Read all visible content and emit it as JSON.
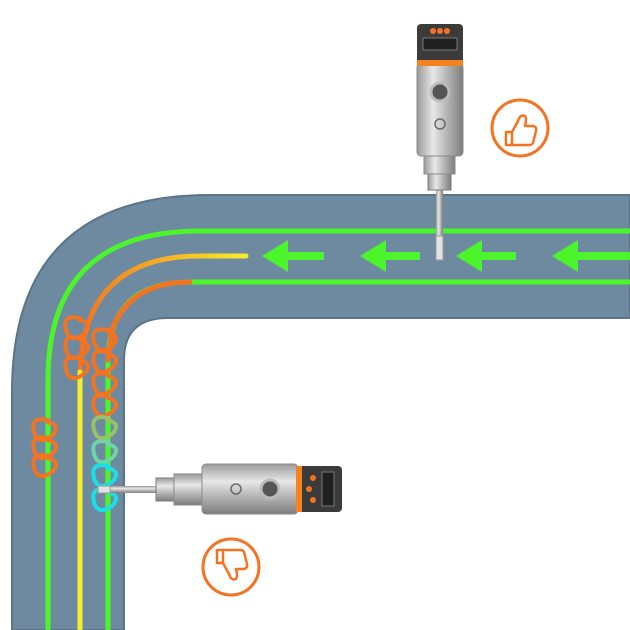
{
  "colors": {
    "background": "#ffffff",
    "pipe_fill": "#6e8aa0",
    "pipe_edge": "#5b7488",
    "flow_green": "#4cf52b",
    "flow_orange": "#f37321",
    "flow_yellow": "#f6ee2a",
    "turbulence_cyan": "#19e0e6",
    "turbulence_blue": "#1a6fe6",
    "sensor_steel": "#c7c7c7",
    "sensor_body_dark": "#8c8c8c",
    "display_housing": "#3b3b3b",
    "display_screen": "#f58220",
    "badge_orange": "#f37321"
  },
  "sensors": [
    {
      "name": "top-sensor",
      "placement": "correct",
      "orientation": "vertical"
    },
    {
      "name": "bottom-sensor",
      "placement": "incorrect",
      "orientation": "horizontal"
    }
  ],
  "icons": {
    "good": "thumbs-up-icon",
    "bad": "thumbs-down-icon"
  },
  "flow_direction": "left"
}
